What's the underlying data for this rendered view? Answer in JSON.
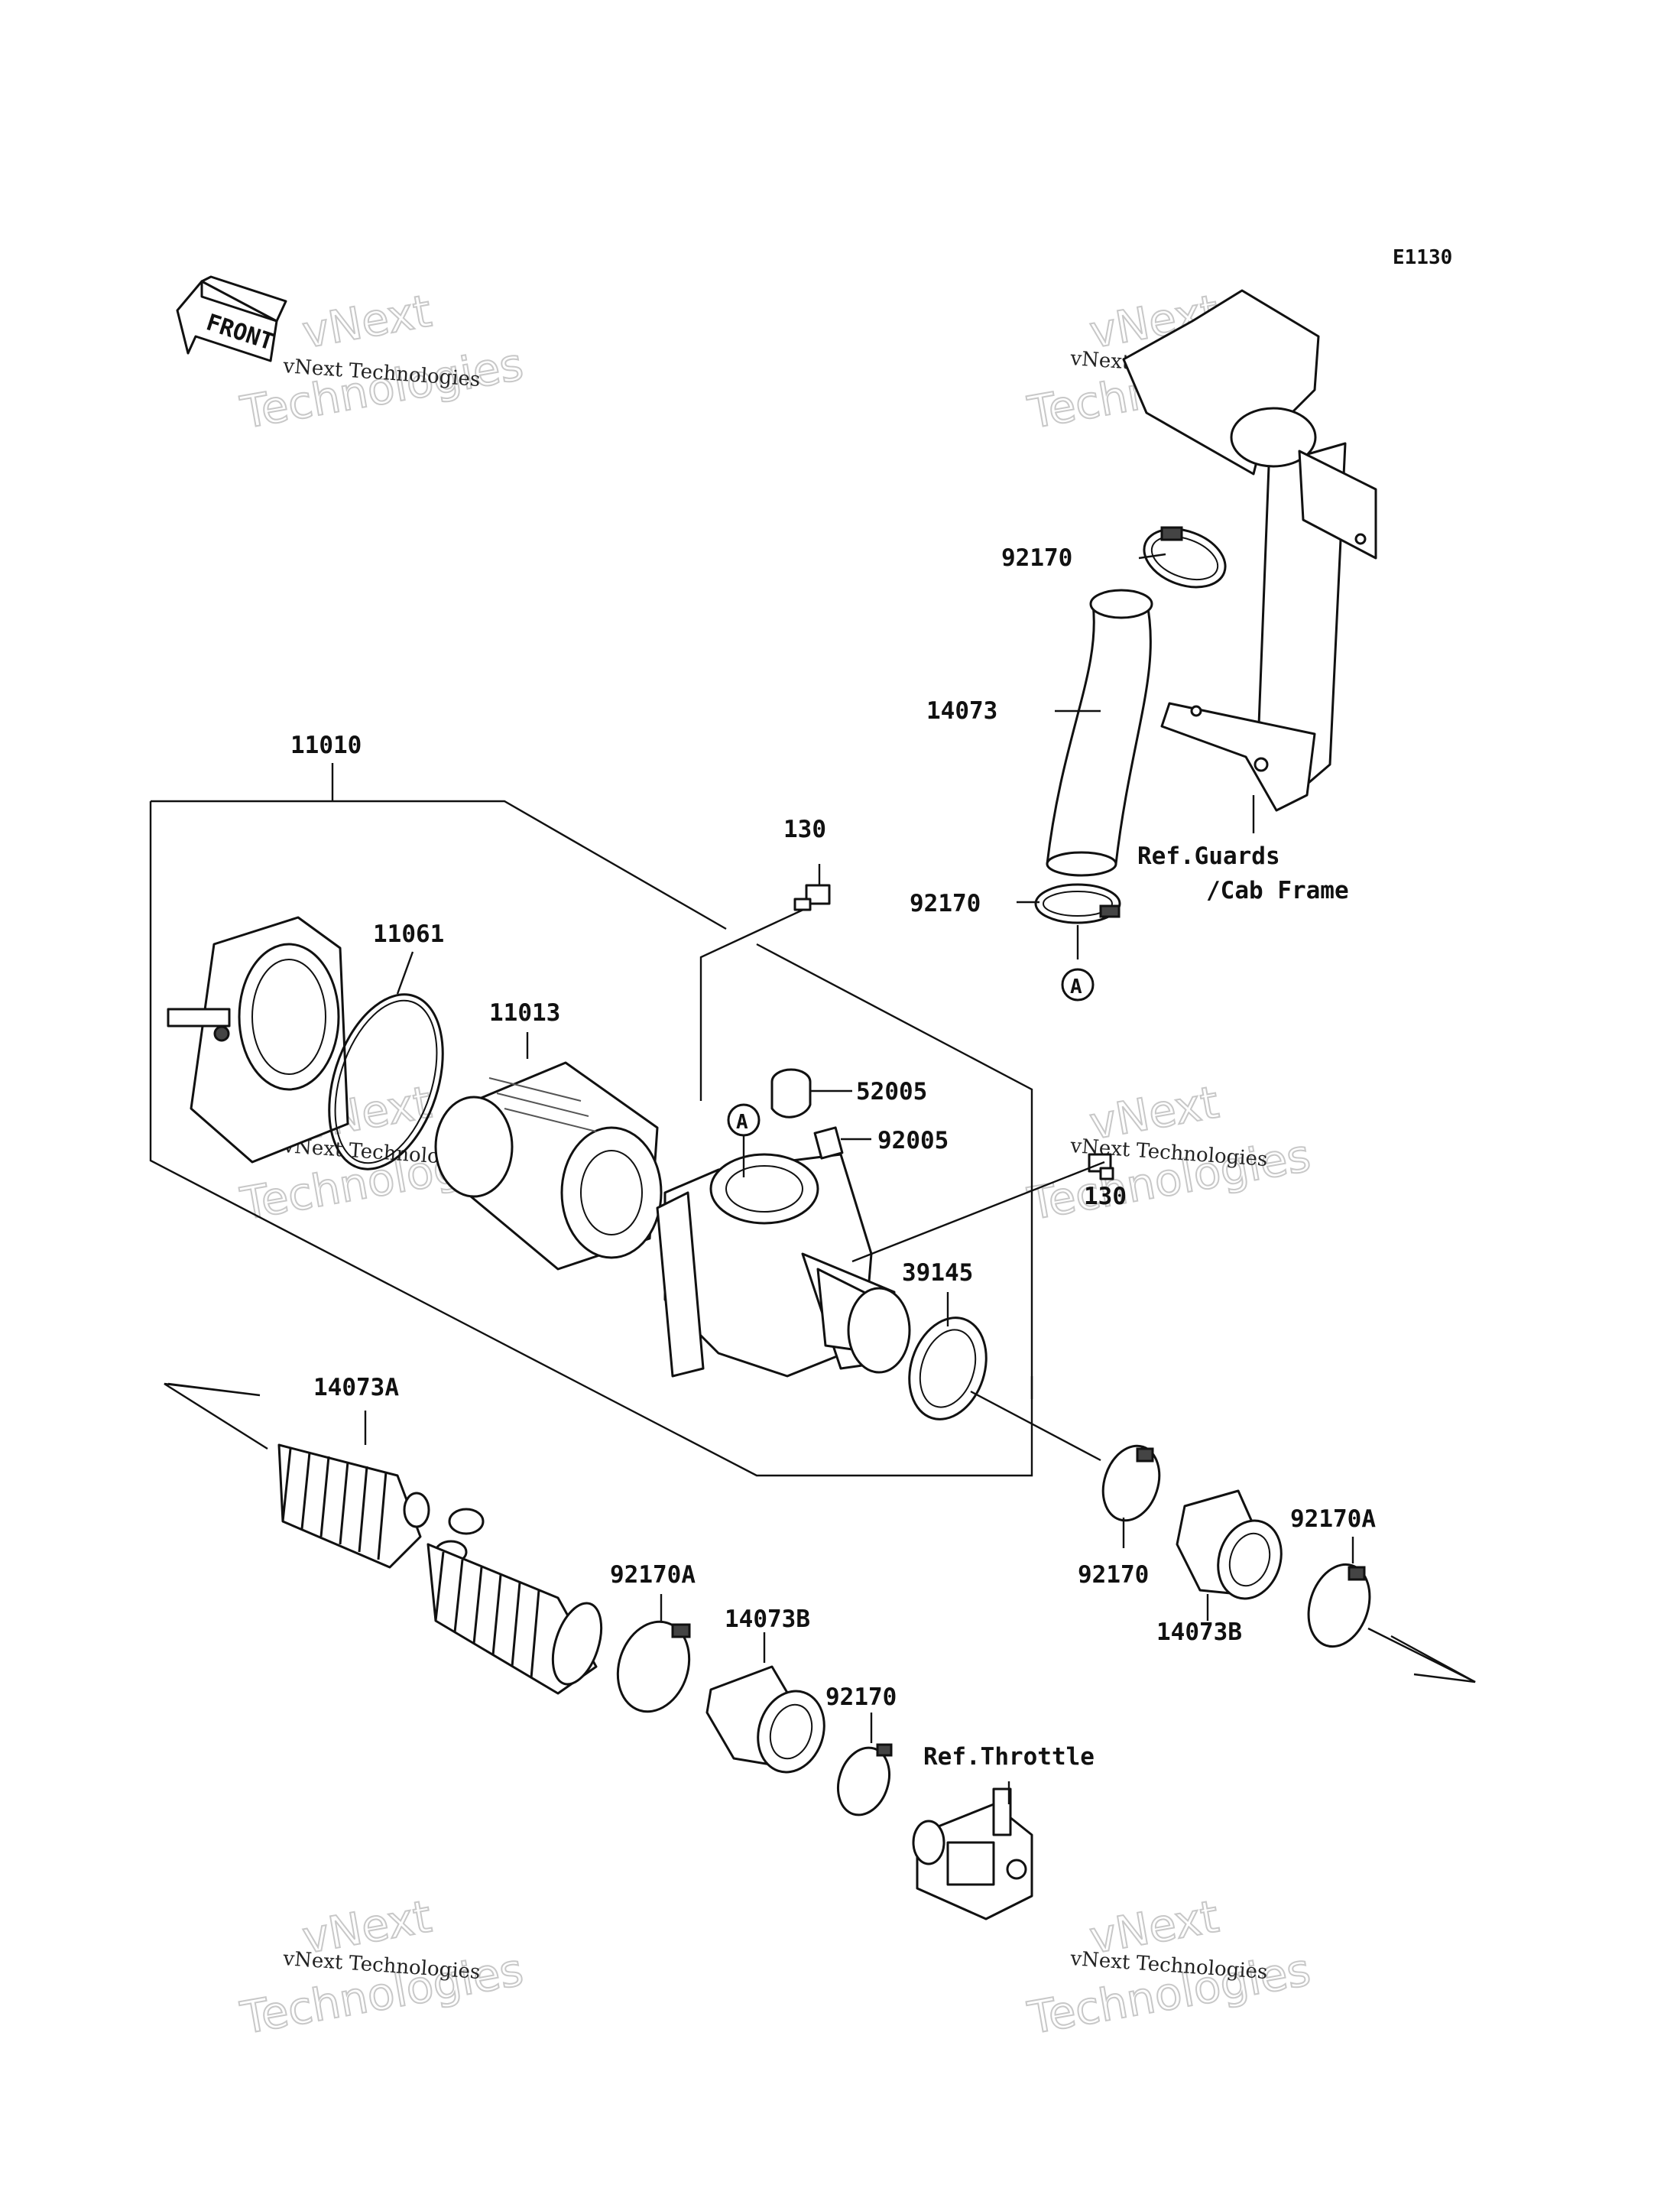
{
  "diagram_code": "E1130",
  "front_label": "FRONT",
  "callout_letter": "A",
  "part_labels": {
    "p11010": "11010",
    "p11061": "11061",
    "p11013": "11013",
    "p130_top": "130",
    "p130_right": "130",
    "p52005": "52005",
    "p92005": "92005",
    "p39145": "39145",
    "p92170_top": "92170",
    "p14073": "14073",
    "p92170_mid": "92170",
    "p14073A": "14073A",
    "p92170A_left": "92170A",
    "p14073B_left": "14073B",
    "p92170_low": "92170",
    "p92170_right": "92170",
    "p14073B_right": "14073B",
    "p92170A_right": "92170A"
  },
  "references": {
    "guards_line1": "Ref.Guards",
    "guards_line2": "/Cab Frame",
    "throttle": "Ref.Throttle"
  },
  "watermark": {
    "small": "vNext Technologies",
    "big_line1": "vNext",
    "big_line2": "Technologies"
  }
}
